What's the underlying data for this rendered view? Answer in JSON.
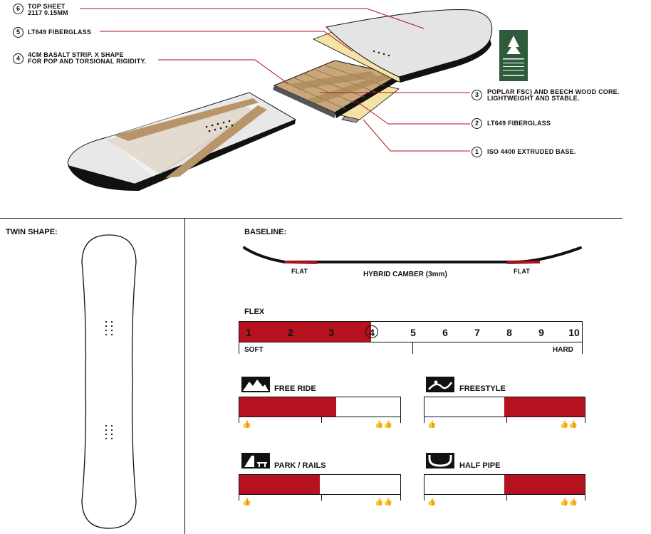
{
  "layers": [
    {
      "n": "6",
      "line1": "TOP SHEET",
      "line2": "2117 0.15MM"
    },
    {
      "n": "5",
      "line1": "LT649 FIBERGLASS",
      "line2": ""
    },
    {
      "n": "4",
      "line1": "4CM BASALT STRIP. X SHAPE",
      "line2": "FOR POP AND TORSIONAL RIGIDITY."
    },
    {
      "n": "3",
      "line1": "POPLAR FSC) AND BEECH WOOD CORE.",
      "line2": "LIGHTWEIGHT AND STABLE."
    },
    {
      "n": "2",
      "line1": "LT649 FIBERGLASS",
      "line2": ""
    },
    {
      "n": "1",
      "line1": "ISO 4400 EXTRUDED BASE.",
      "line2": ""
    }
  ],
  "twin_shape": {
    "title": "TWIN SHAPE:"
  },
  "baseline": {
    "title": "BASELINE:",
    "flat_left": "FLAT",
    "flat_right": "FLAT",
    "profile": "HYBRID CAMBER (3mm)"
  },
  "flex": {
    "title": "FLEX",
    "value": 4,
    "scale": [
      "1",
      "2",
      "3",
      "4",
      "5",
      "6",
      "7",
      "8",
      "9",
      "10"
    ],
    "soft": "SOFT",
    "hard": "HARD"
  },
  "ratings": [
    {
      "label": "FREE RIDE",
      "icon": "mountains-icon",
      "value": 0.6
    },
    {
      "label": "FREESTYLE",
      "icon": "freestyle-icon",
      "value": 0.5
    },
    {
      "label": "PARK / RAILS",
      "icon": "park-rails-icon",
      "value": 0.5
    },
    {
      "label": "HALF PIPE",
      "icon": "half-pipe-icon",
      "value": 0.5
    }
  ],
  "colors": {
    "accent": "#b5111f",
    "wood": "#b9956a",
    "fiberglass": "#f4e3a5",
    "fsc": "#2e5b3b"
  }
}
